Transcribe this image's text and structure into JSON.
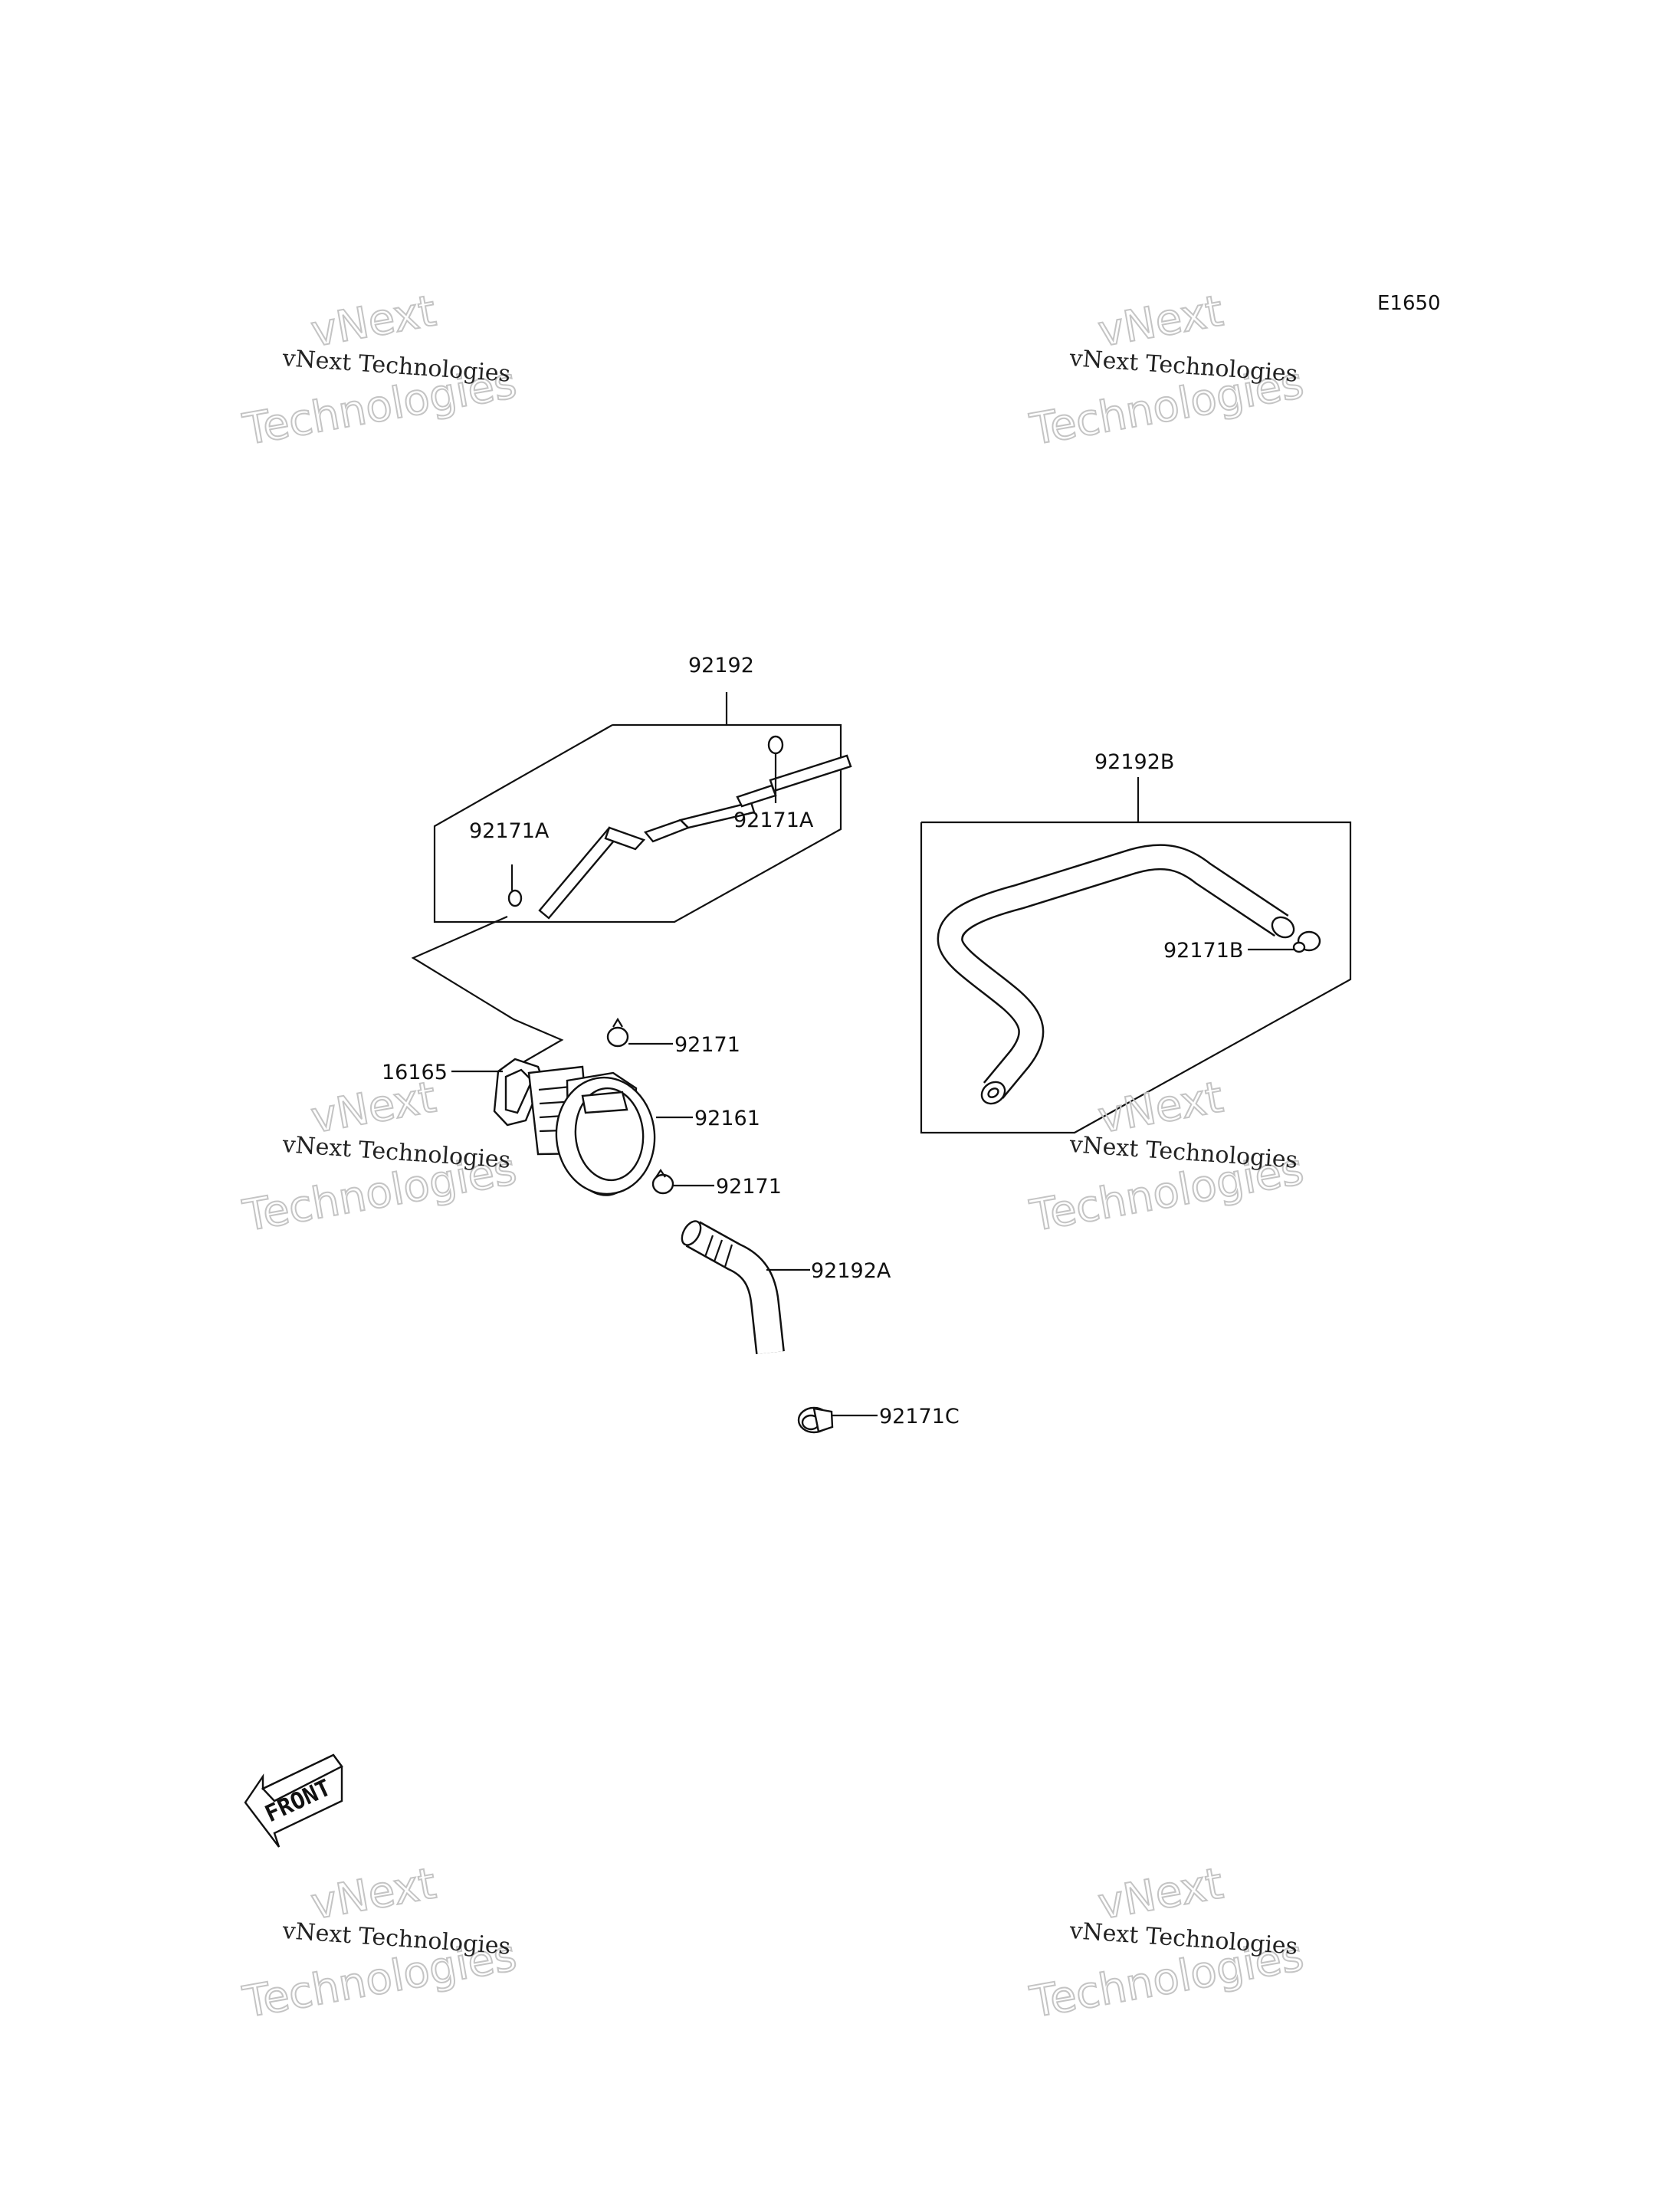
{
  "diagram_code": "E1650",
  "watermark": {
    "line1": "vNext Technologies",
    "line2a": "vNext",
    "line2b": "Technologies"
  },
  "front_label": "FRONT",
  "parts": [
    {
      "id": "hose_assy",
      "number": "92192"
    },
    {
      "id": "clamp_a_left",
      "number": "92171A"
    },
    {
      "id": "clamp_a_right",
      "number": "92171A"
    },
    {
      "id": "hose_b",
      "number": "92192B"
    },
    {
      "id": "clamp_b",
      "number": "92171B"
    },
    {
      "id": "clamp_upper",
      "number": "92171"
    },
    {
      "id": "valve",
      "number": "16165"
    },
    {
      "id": "cap",
      "number": "92161"
    },
    {
      "id": "clamp_lower",
      "number": "92171"
    },
    {
      "id": "hose_a",
      "number": "92192A"
    },
    {
      "id": "clamp_c",
      "number": "92171C"
    }
  ]
}
